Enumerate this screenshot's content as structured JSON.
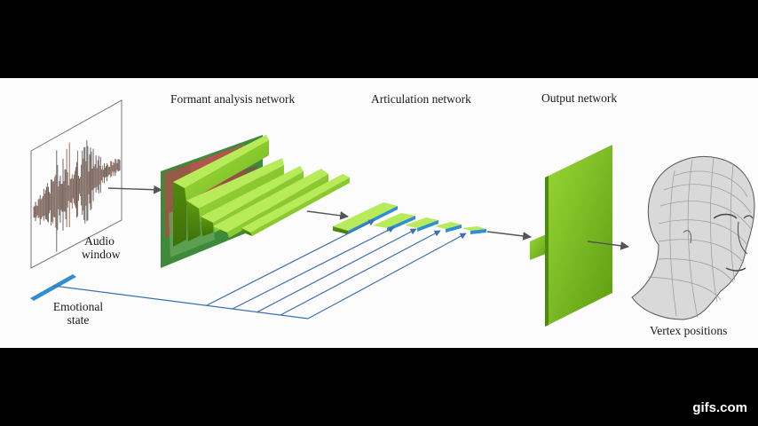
{
  "labels": {
    "formant": "Formant analysis network",
    "articulation": "Articulation network",
    "output": "Output network",
    "audio_line1": "Audio",
    "audio_line2": "window",
    "emotion_line1": "Emotional",
    "emotion_line2": "state",
    "vertex": "Vertex positions"
  },
  "watermark": "gifs.com",
  "colors": {
    "layer_green": "#8fd22d",
    "layer_green_dark": "#5fa015",
    "emotion_blue": "#2f8fd0",
    "arrow_gray": "#555555",
    "wire_blue": "#3f6fb0"
  }
}
